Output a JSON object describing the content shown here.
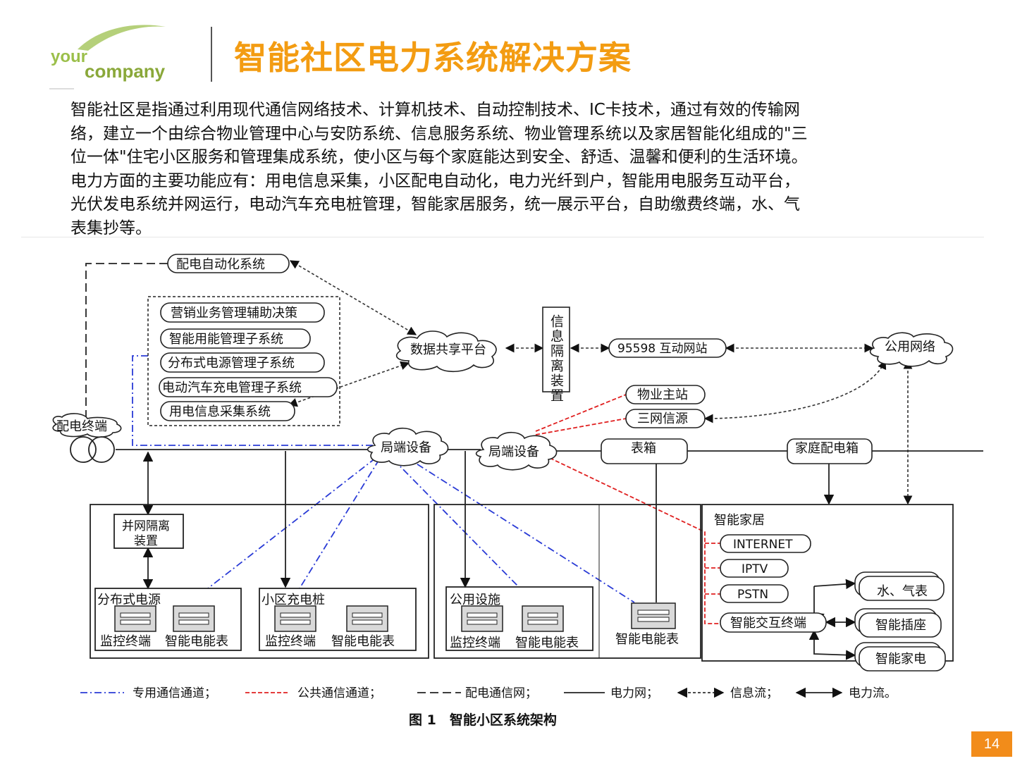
{
  "logo": {
    "line1": "your",
    "line2": "company"
  },
  "title": "智能社区电力系统解决方案",
  "intro_lines": [
    "智能社区是指通过利用现代通信网络技术、计算机技术、自动控制技术、IC卡技术，通过有效的传输网",
    "络，建立一个由综合物业管理中心与安防系统、信息服务系统、物业管理系统以及家居智能化组成的\"三",
    "位一体\"住宅小区服务和管理集成系统，使小区与每个家庭能达到安全、舒适、温馨和便利的生活环境。",
    "电力方面的主要功能应有：用电信息采集，小区配电自动化，电力光纤到户，智能用电服务互动平台，",
    "光伏发电系统并网运行，电动汽车充电桩管理，智能家居服务，统一展示平台，自助缴费终端，水、气",
    "表集抄等。"
  ],
  "diagram": {
    "nodes": {
      "dist_auto": "配电自动化系统",
      "marketing": "营销业务管理辅助决策",
      "smart_energy": "智能用能管理子系统",
      "distributed_power_mgmt": "分布式电源管理子系统",
      "ev_charging_mgmt": "电动汽车充电管理子系统",
      "metering": "用电信息采集系统",
      "data_platform": "数据共享平台",
      "isolation_device": "信息隔离装置",
      "site_95598": "95598 互动网站",
      "public_net": "公用网络",
      "property_station": "物业主站",
      "triple_net": "三网信源",
      "dist_terminal": "配电终端",
      "local_equipment_1": "局端设备",
      "local_equipment_2": "局端设备",
      "meter_box": "表箱",
      "home_dist_box": "家庭配电箱",
      "grid_isolation": [
        "并网隔离",
        "装置"
      ],
      "distributed_source": "分布式电源",
      "community_charger": "小区充电桩",
      "public_facility": "公用设施",
      "monitor_terminal": "监控终端",
      "smart_meter": "智能电能表",
      "smart_home": "智能家居",
      "internet": "INTERNET",
      "iptv": "IPTV",
      "pstn": "PSTN",
      "smart_interactive_terminal": "智能交互终端",
      "water_gas_meter": "水、气表",
      "smart_socket": "智能插座",
      "smart_appliance": "智能家电"
    },
    "legend": {
      "private_channel": "专用通信通道；",
      "public_channel": "公共通信通道；",
      "dist_comm_net": "配电通信网；",
      "power_grid": "电力网；",
      "info_flow": "信息流；",
      "power_flow": "电力流。"
    },
    "caption": "图 1　智能小区系统架构"
  },
  "page_number": "14",
  "colors": {
    "title": "#f39c12",
    "page_badge": "#f28c1a",
    "private_line": "#2a3bd6",
    "public_line": "#e02020"
  }
}
